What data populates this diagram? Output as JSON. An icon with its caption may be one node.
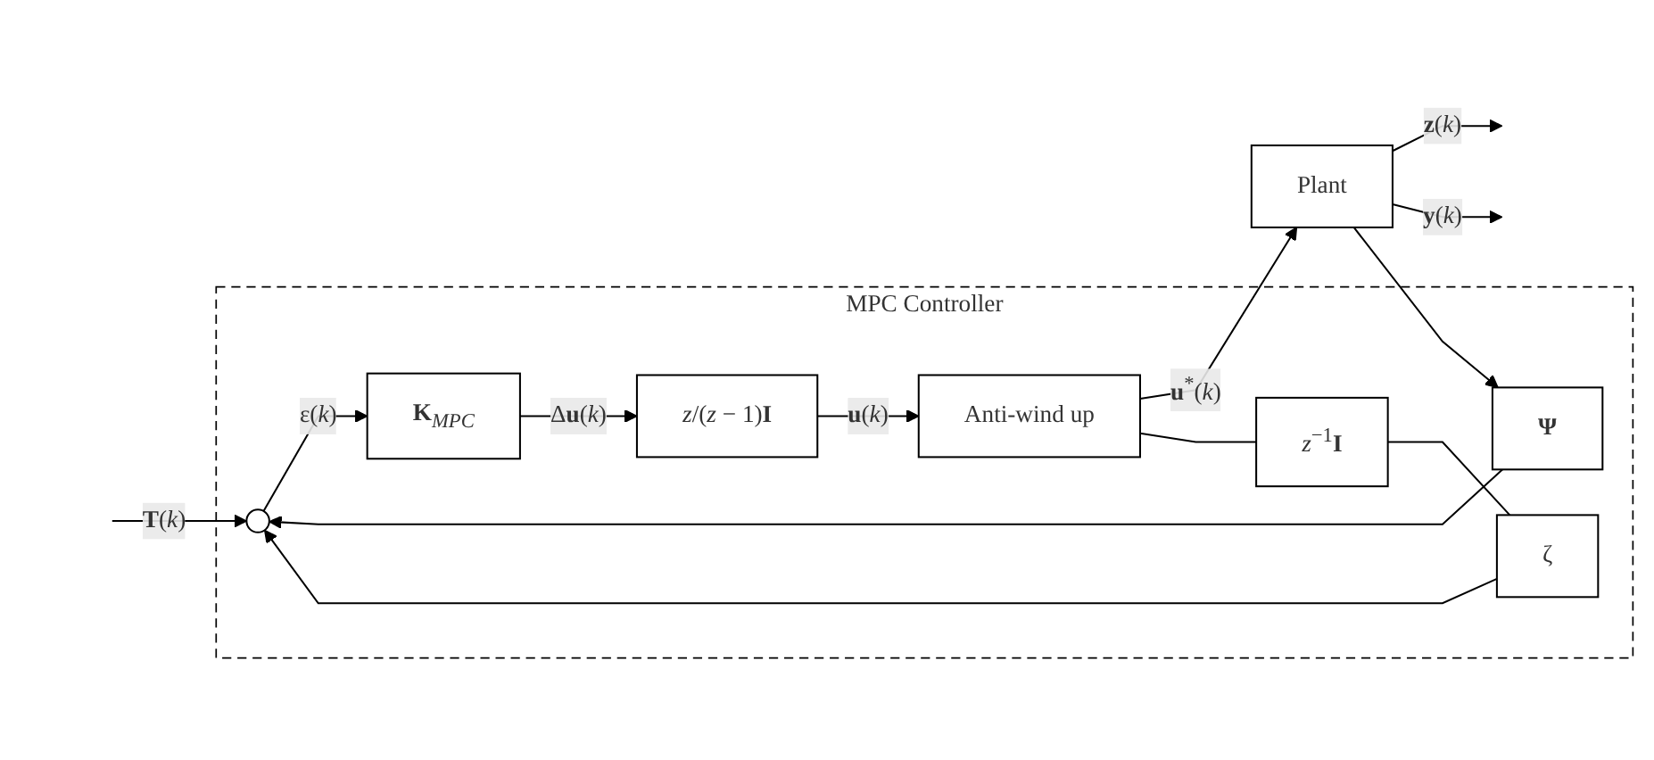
{
  "diagram": {
    "nodes": [
      {
        "text": [
          "MPC Controller"
        ]
      },
      {
        "text": [],
        "shape": "circle",
        "in": 0
      },
      {
        "text": [
          "**K**$_{MPC}$"
        ],
        "in": 0
      },
      {
        "text": [
          "*z*/(*z* − 1)**I**"
        ],
        "in": 0
      },
      {
        "text": [
          "Anti-wind up"
        ],
        "in": 0
      },
      {
        "text": [
          "ζ"
        ],
        "in": 0
      },
      {
        "text": [
          "*z*$^{−1}$**I**"
        ],
        "in": 0
      },
      {
        "text": [
          "**Ψ**"
        ],
        "in": 0
      },
      {
        "text": [
          "Plant"
        ]
      }
    ],
    "edges": [
      {
        "from": null,
        "to": 1,
        "arrow": "to",
        "label": "**T**(*k*)"
      },
      {
        "from": 1,
        "to": 2,
        "arrow": "to",
        "label": "ε(*k*)"
      },
      {
        "from": 2,
        "to": 3,
        "arrow": "to",
        "label": "Δ**u**(*k*)"
      },
      {
        "from": 3,
        "to": 4,
        "arrow": "to",
        "label": "**u**(*k*)"
      },
      {
        "from": 4,
        "to": 8,
        "arrow": "to",
        "label": "**u**$^{*}$(*k*)"
      },
      {
        "from": 4,
        "to": 6,
        "arrow": "none"
      },
      {
        "from": 6,
        "to": 5,
        "arrow": "none"
      },
      {
        "from": 5,
        "to": 1,
        "arrow": "to"
      },
      {
        "from": 8,
        "to": null,
        "arrow": "to",
        "label": "**z**(*k*)"
      },
      {
        "from": 8,
        "to": null,
        "arrow": "to",
        "label": "**y**(*k*)"
      },
      {
        "from": 8,
        "to": 7,
        "arrow": "to"
      },
      {
        "from": 7,
        "to": 1,
        "arrow": "to"
      }
    ]
  }
}
